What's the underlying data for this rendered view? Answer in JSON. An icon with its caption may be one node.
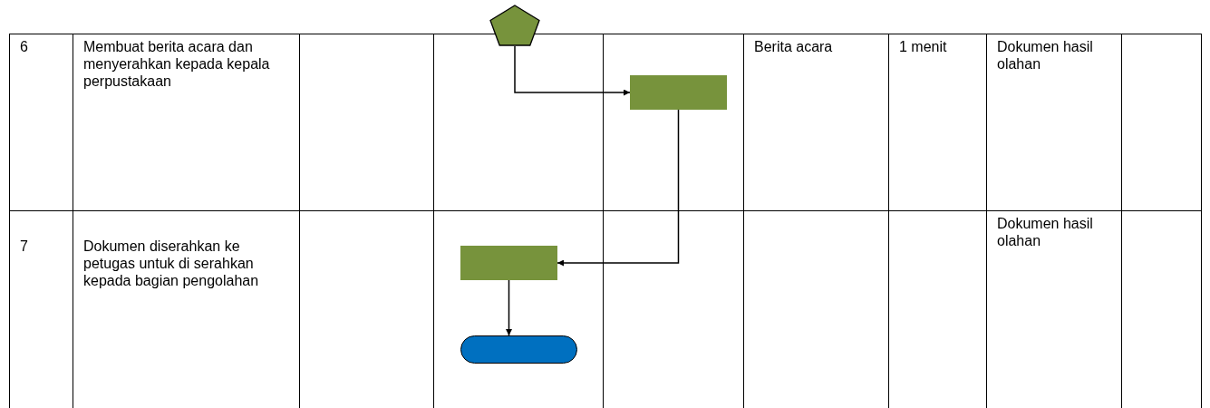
{
  "diagram": {
    "nodes": [
      {
        "text": [],
        "shape": "pentagon"
      },
      {
        "text": [],
        "shape": "box"
      },
      {
        "text": [],
        "shape": "box"
      },
      {
        "text": [],
        "shape": "oval"
      }
    ],
    "edges": [
      {
        "from": 0,
        "to": 1,
        "arrow": "to"
      },
      {
        "from": 1,
        "to": 2,
        "arrow": "to"
      },
      {
        "from": 2,
        "to": 3,
        "arrow": "to"
      }
    ],
    "labels": [
      "6",
      "Membuat berita acara dan menyerahkan kepada kepala perpustakaan",
      "Berita acara",
      "1 menit",
      "Dokumen hasil olahan",
      "7",
      "Dokumen diserahkan ke petugas untuk di serahkan kepada bagian pengolahan",
      "Dokumen hasil olahan"
    ]
  }
}
